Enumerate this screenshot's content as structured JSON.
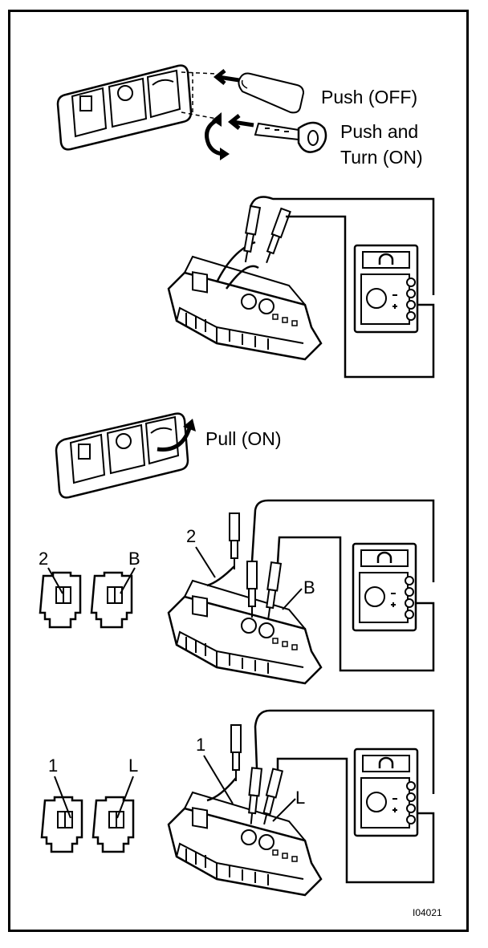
{
  "figure_code": "I04021",
  "step1": {
    "label_push_off": "Push (OFF)",
    "label_push_turn_line1": "Push and",
    "label_push_turn_line2": "Turn (ON)"
  },
  "step2": {
    "label_pull_on": "Pull (ON)",
    "terminal_left": "2",
    "terminal_right": "B"
  },
  "step3": {
    "terminal_left": "1",
    "terminal_right": "L"
  },
  "meter_symbol": "Ω",
  "icons": [
    "switch-panel-icon",
    "finger-icon",
    "key-icon",
    "rotate-arrow-icon",
    "ohmmeter-icon",
    "connector-icon",
    "switch-body-icon",
    "test-probe-icon"
  ]
}
